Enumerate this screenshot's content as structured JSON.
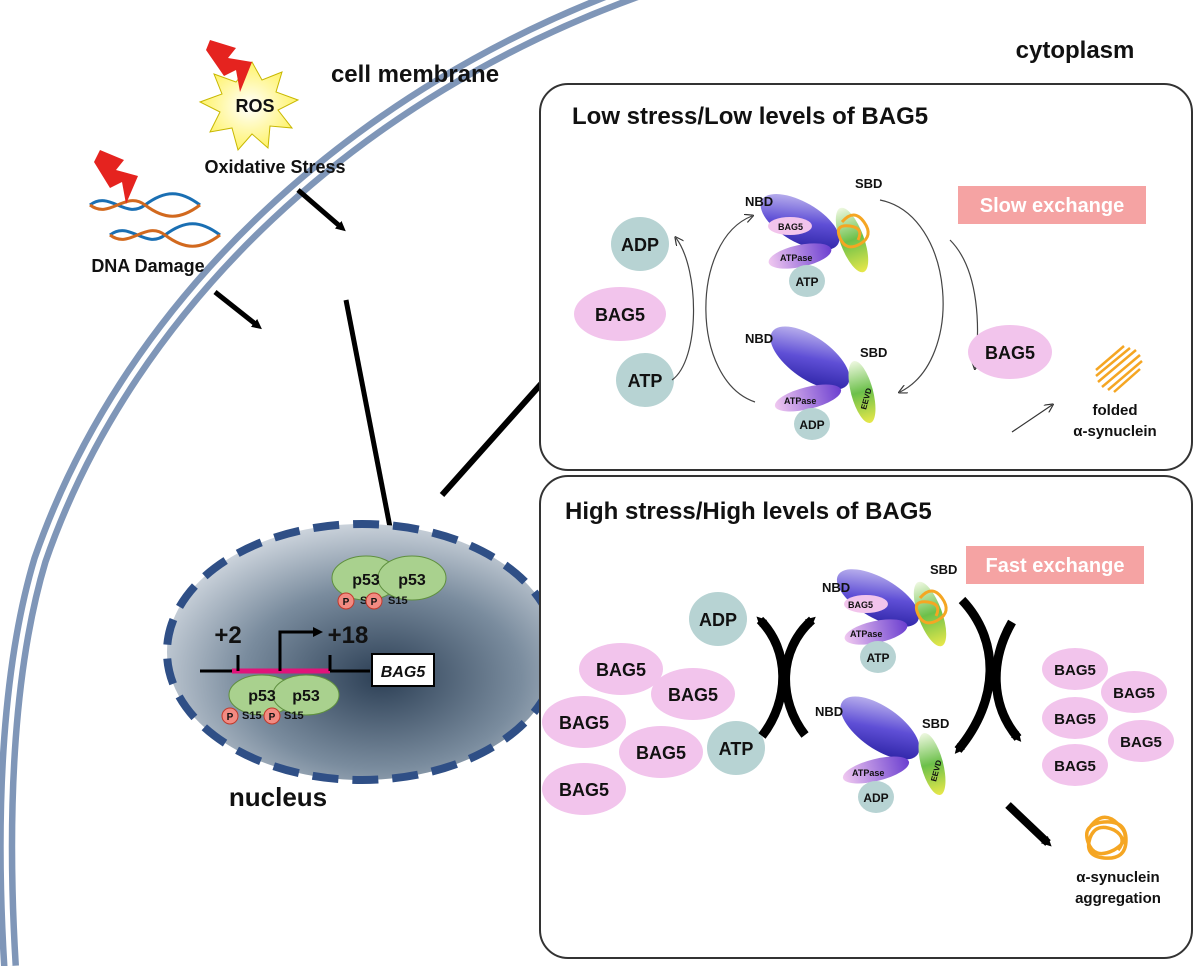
{
  "labels": {
    "cytoplasm": "cytoplasm",
    "cell_membrane": "cell membrane",
    "nucleus": "nucleus",
    "ros": "ROS",
    "oxidative_stress": "Oxidative Stress",
    "dna_damage": "DNA Damage",
    "p53": "p53",
    "s15": "S15",
    "p": "P",
    "plus2": "+2",
    "plus18": "+18",
    "bag5_gene": "BAG5"
  },
  "low_panel": {
    "title": "Low stress/Low levels of BAG5",
    "badge": "Slow exchange",
    "adp": "ADP",
    "atp": "ATP",
    "bag5": "BAG5",
    "nbd": "NBD",
    "sbd": "SBD",
    "atpase": "ATPase",
    "bag5_small": "BAG5",
    "eevd": "EEVD",
    "folded_line1": "folded",
    "folded_line2": "α-synuclein"
  },
  "high_panel": {
    "title": "High stress/High levels of BAG5",
    "badge": "Fast exchange",
    "adp": "ADP",
    "atp": "ATP",
    "bag5": "BAG5",
    "nbd": "NBD",
    "sbd": "SBD",
    "atpase": "ATPase",
    "bag5_small": "BAG5",
    "eevd": "EEVD",
    "agg_line1": "α-synuclein",
    "agg_line2": "aggregation"
  },
  "colors": {
    "membrane": "#8fa4c4",
    "nucleus_edge": "#2f4f86",
    "nucleus_fill": "#5f7388",
    "bag5_pink": "#f2c4ec",
    "adp_atp_teal": "#b7d3d3",
    "badge": "#f5a3a3",
    "p53_green": "#a9d18e",
    "promoter_magenta": "#e0147a",
    "synuclein_orange": "#f5a623"
  }
}
